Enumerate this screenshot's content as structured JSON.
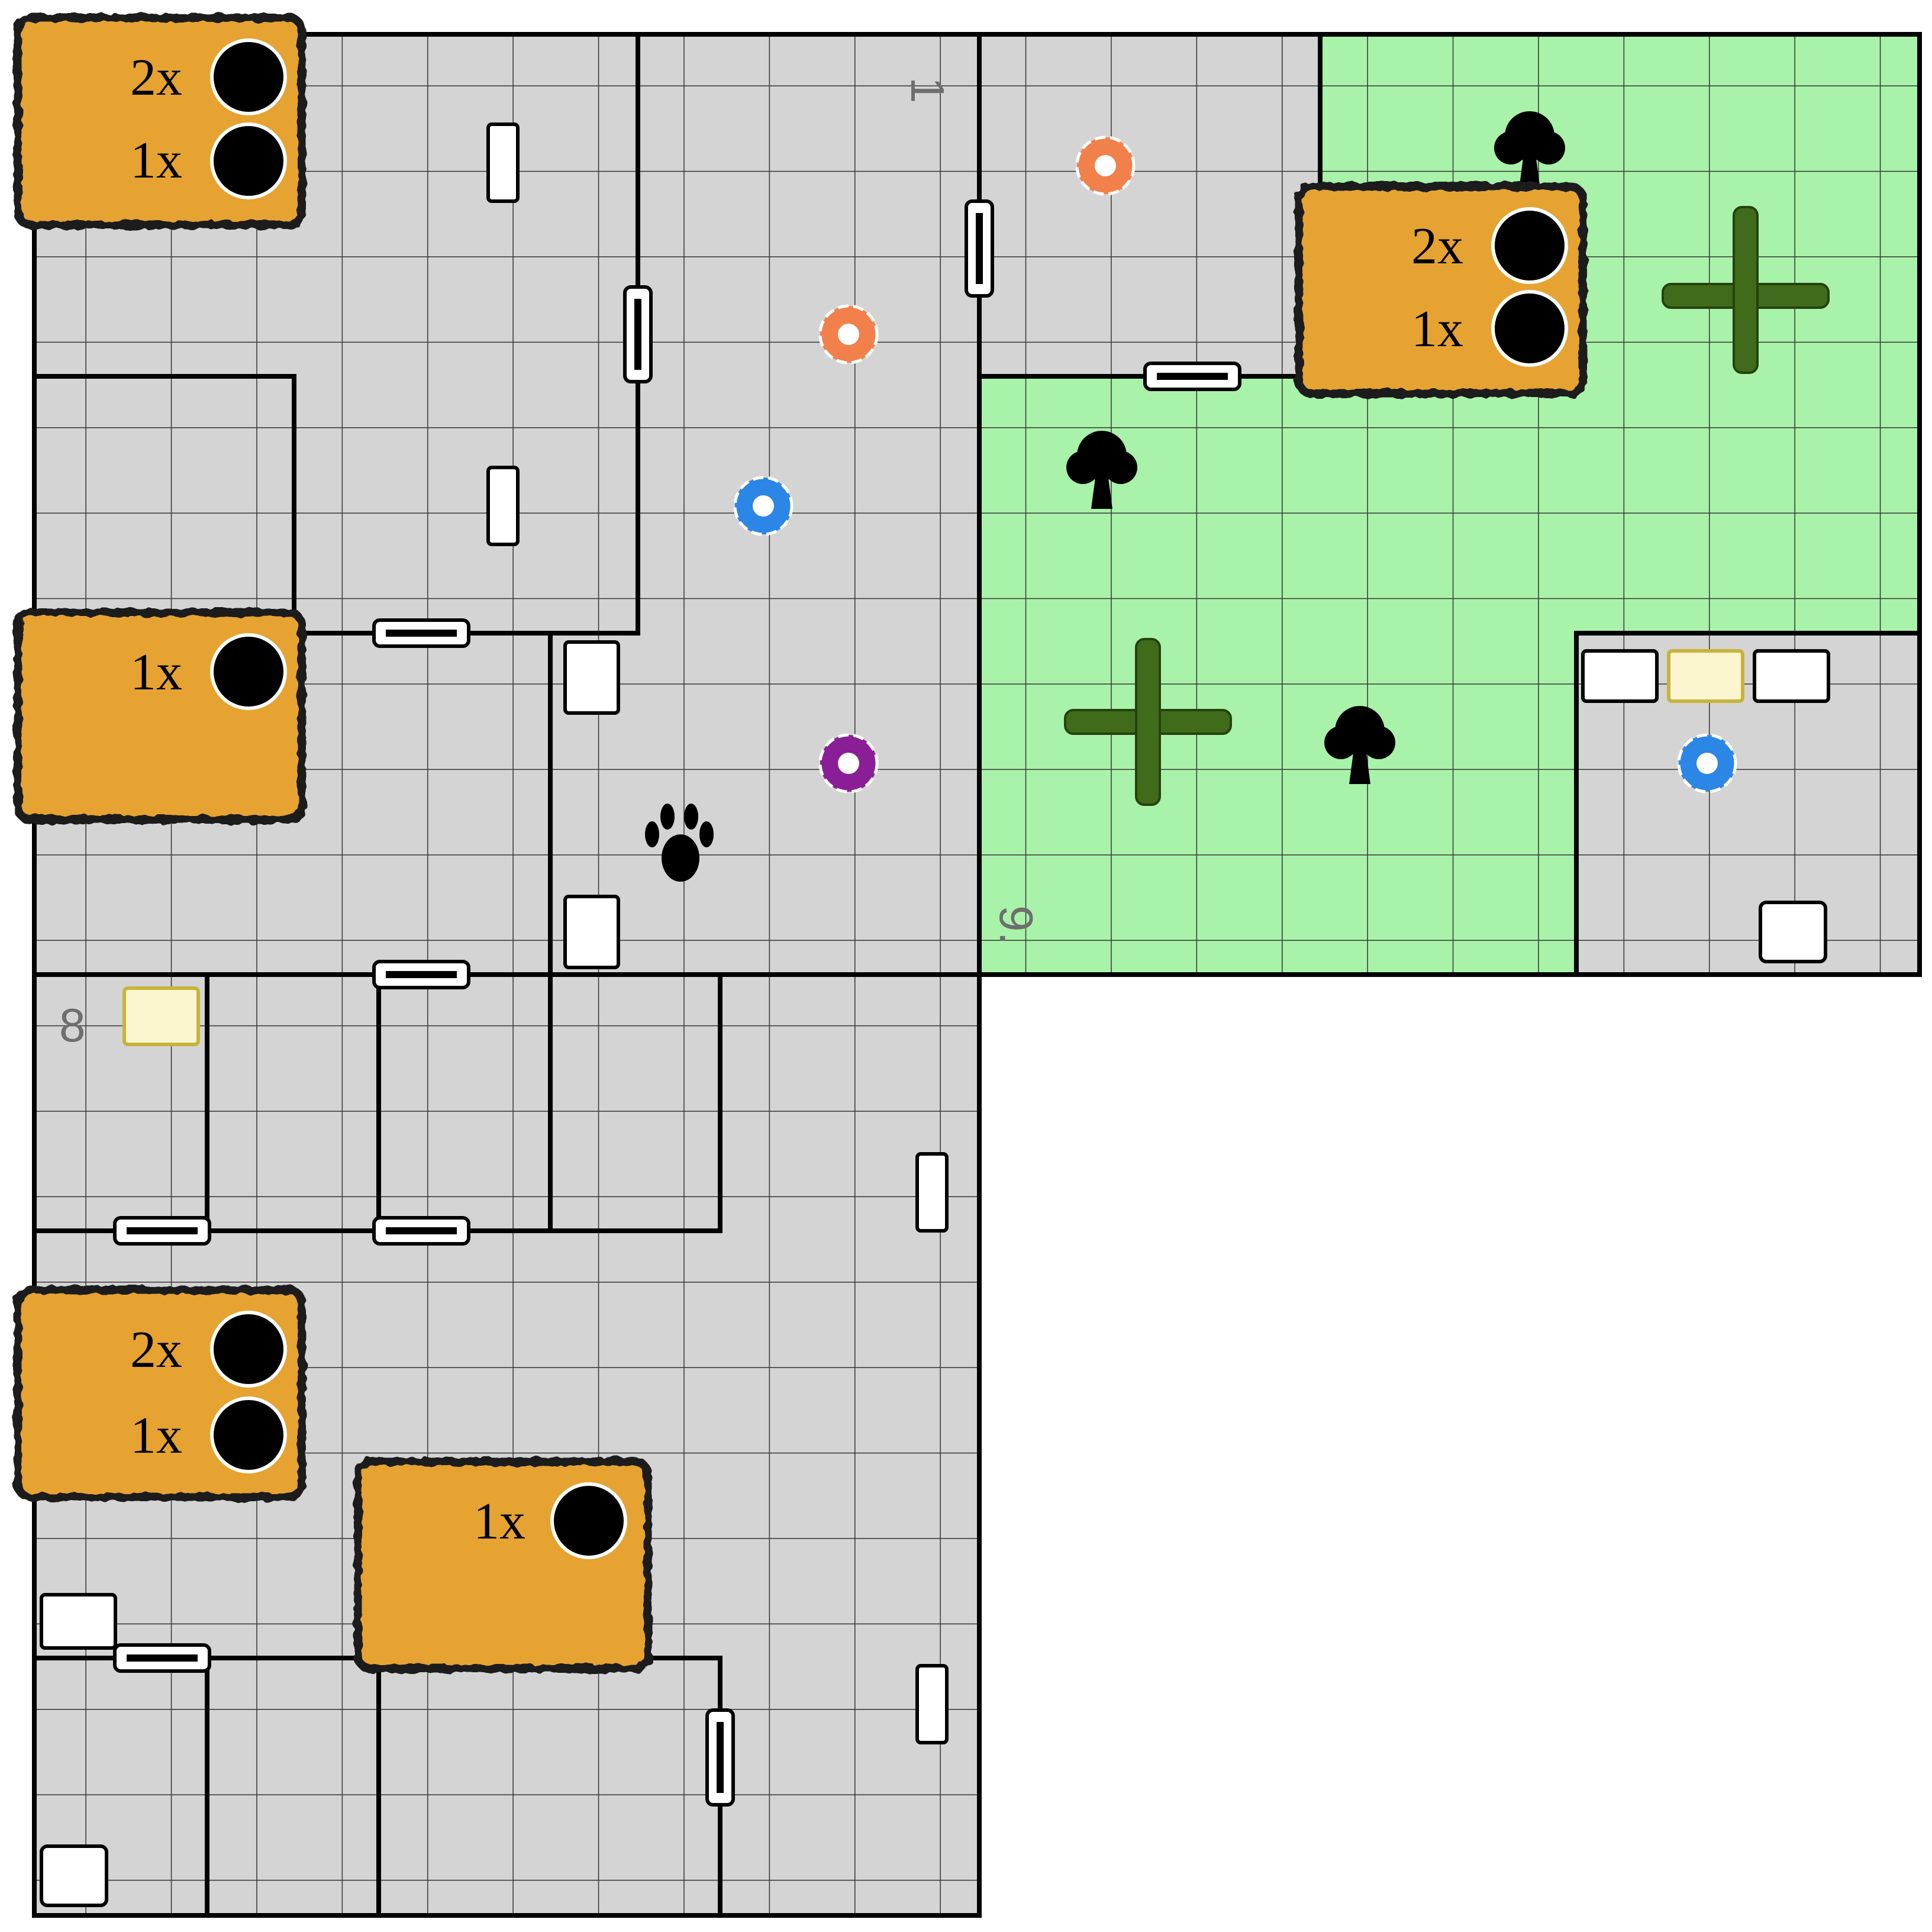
{
  "map": {
    "tile_labels": [
      {
        "id": "tile-1",
        "text": "1",
        "rotated": 90
      },
      {
        "id": "tile-9",
        "text": "9.",
        "rotated": 90
      },
      {
        "id": "tile-8",
        "text": "8",
        "rotated": 0
      }
    ],
    "colors": {
      "floor": "#d4d4d4",
      "grass": "#a9f2a9",
      "grid_line": "#333333",
      "wall": "#000000",
      "spawn_card": "#e6a331",
      "spawn_card_border": "#1a1a1a",
      "hedge": "#3f6b1a",
      "flower_orange": "#f2804a",
      "flower_blue": "#2b86e6",
      "flower_purple": "#8a1e96",
      "rune_gold": "#c8b43a"
    },
    "spawn_groups": [
      {
        "id": "spawn-nw",
        "entries": [
          {
            "count": "2x",
            "monster_icon": "orc-warrior-icon"
          },
          {
            "count": "1x",
            "monster_icon": "goblin-icon"
          }
        ]
      },
      {
        "id": "spawn-w",
        "entries": [
          {
            "count": "1x",
            "monster_icon": "gremlin-icon"
          }
        ]
      },
      {
        "id": "spawn-sw",
        "entries": [
          {
            "count": "2x",
            "monster_icon": "goblin-elite-icon"
          },
          {
            "count": "1x",
            "monster_icon": "wolf-icon"
          }
        ]
      },
      {
        "id": "spawn-s",
        "entries": [
          {
            "count": "1x",
            "monster_icon": "owlbear-icon"
          }
        ]
      },
      {
        "id": "spawn-ne",
        "entries": [
          {
            "count": "2x",
            "monster_icon": "elf-warrior-icon"
          },
          {
            "count": "1x",
            "monster_icon": "elf-elite-icon"
          }
        ]
      }
    ],
    "tokens": [
      {
        "type": "door",
        "icon": "door-icon"
      },
      {
        "type": "chest",
        "icon": "treasure-chest-icon"
      },
      {
        "type": "crate",
        "icon": "crate-icon"
      },
      {
        "type": "rune",
        "icon": "rune-icon"
      },
      {
        "type": "pillar",
        "icon": "pillar-icon"
      },
      {
        "type": "tree",
        "icon": "tree-icon"
      },
      {
        "type": "hedge",
        "icon": "hedge-icon"
      },
      {
        "type": "flower",
        "icon": "flower-icon"
      },
      {
        "type": "paw",
        "icon": "paw-print-icon"
      }
    ]
  }
}
